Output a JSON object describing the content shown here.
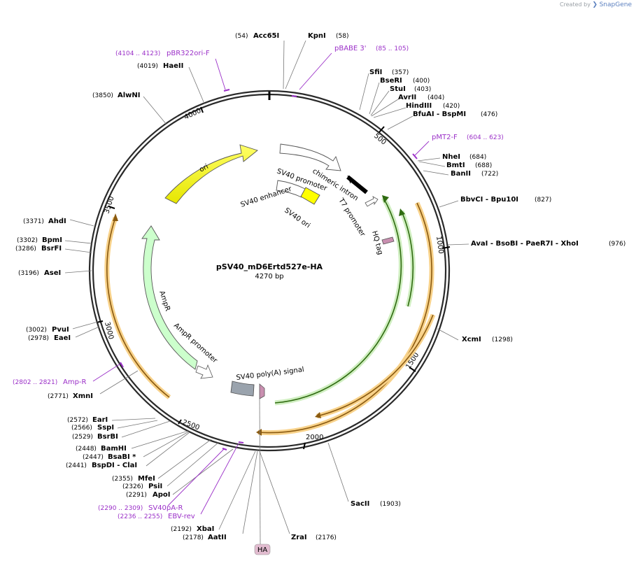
{
  "header": {
    "credit_prefix": "Created by",
    "credit_brand": "SnapGene"
  },
  "plasmid": {
    "name": "pSV40_mD6Ertd527e-HA",
    "size_label": "4270 bp",
    "length": 4270
  },
  "ruler_ticks": [
    "500",
    "1000",
    "1500",
    "2000",
    "2500",
    "3000",
    "3500",
    "4000"
  ],
  "enzymes": [
    {
      "name": "Acc65I",
      "pos": "(54)"
    },
    {
      "name": "KpnI",
      "pos": "(58)"
    },
    {
      "name": "SfiI",
      "pos": "(357)"
    },
    {
      "name": "BseRI",
      "pos": "(400)"
    },
    {
      "name": "StuI",
      "pos": "(403)"
    },
    {
      "name": "AvrII",
      "pos": "(404)"
    },
    {
      "name": "HindIII",
      "pos": "(420)"
    },
    {
      "name": "BfuAI - BspMI",
      "pos": "(476)"
    },
    {
      "name": "NheI",
      "pos": "(684)"
    },
    {
      "name": "BmtI",
      "pos": "(688)"
    },
    {
      "name": "BanII",
      "pos": "(722)"
    },
    {
      "name": "BbvCI - Bpu10I",
      "pos": "(827)"
    },
    {
      "name": "AvaI - BsoBI - PaeR7I - XhoI",
      "pos": "(976)"
    },
    {
      "name": "XcmI",
      "pos": "(1298)"
    },
    {
      "name": "SacII",
      "pos": "(1903)"
    },
    {
      "name": "ZraI",
      "pos": "(2176)"
    },
    {
      "name": "AatII",
      "pos": "(2178)"
    },
    {
      "name": "XbaI",
      "pos": "(2192)"
    },
    {
      "name": "ApoI",
      "pos": "(2291)"
    },
    {
      "name": "PsiI",
      "pos": "(2326)"
    },
    {
      "name": "MfeI",
      "pos": "(2355)"
    },
    {
      "name": "BspDI - ClaI",
      "pos": "(2441)"
    },
    {
      "name": "BsaBI *",
      "pos": "(2447)"
    },
    {
      "name": "BamHI",
      "pos": "(2448)"
    },
    {
      "name": "BsrBI",
      "pos": "(2529)"
    },
    {
      "name": "SspI",
      "pos": "(2566)"
    },
    {
      "name": "EarI",
      "pos": "(2572)"
    },
    {
      "name": "XmnI",
      "pos": "(2771)"
    },
    {
      "name": "EaeI",
      "pos": "(2978)"
    },
    {
      "name": "PvuI",
      "pos": "(3002)"
    },
    {
      "name": "AseI",
      "pos": "(3196)"
    },
    {
      "name": "BsrFI",
      "pos": "(3286)"
    },
    {
      "name": "BpmI",
      "pos": "(3302)"
    },
    {
      "name": "AhdI",
      "pos": "(3371)"
    },
    {
      "name": "AlwNI",
      "pos": "(3850)"
    },
    {
      "name": "HaeII",
      "pos": "(4019)"
    }
  ],
  "primers": [
    {
      "name": "pBR322ori-F",
      "range": "(4104 .. 4123)"
    },
    {
      "name": "pBABE 3'",
      "range": "(85 .. 105)"
    },
    {
      "name": "pMT2-F",
      "range": "(604 .. 623)"
    },
    {
      "name": "Amp-R",
      "range": "(2802 .. 2821)"
    },
    {
      "name": "SV40pA-R",
      "range": "(2290 .. 2309)"
    },
    {
      "name": "EBV-rev",
      "range": "(2236 .. 2255)"
    }
  ],
  "features": {
    "ori": "ori",
    "sv40_promoter": "SV40 promoter",
    "sv40_enhancer": "SV40 enhancer",
    "sv40_ori": "SV40 ori",
    "chimeric_intron": "chimeric intron",
    "t7_promoter": "T7 promoter",
    "hq_tag": "HQ tag",
    "ampr": "AmpR",
    "ampr_promoter": "AmpR promoter",
    "sv40_polya": "SV40 poly(A) signal",
    "ha": "HA"
  },
  "colors": {
    "ori": "#ffff00",
    "ampr": "#ccffcc",
    "orf_highlight": "#f8d28a",
    "green_orf": "#55aa22",
    "primer": "#9b30c8",
    "hq_tag": "#c98fb0",
    "polya": "#9aa3ad",
    "ring": "#2a2a2a"
  }
}
